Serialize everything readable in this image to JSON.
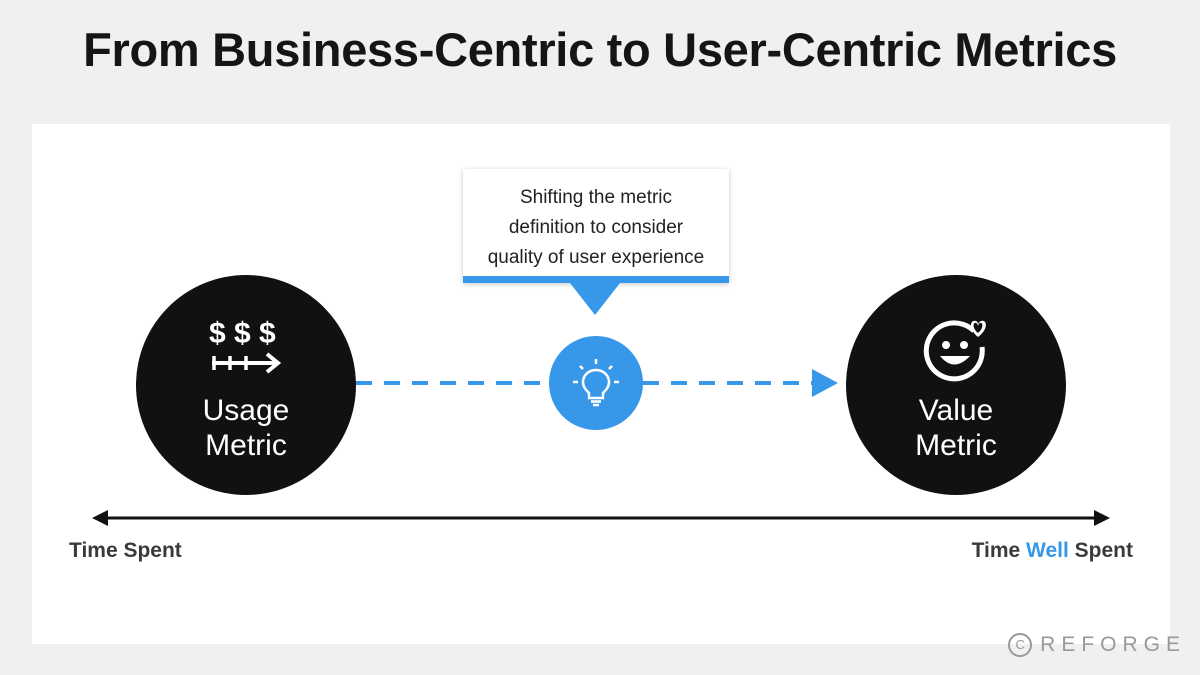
{
  "title": "From Business-Centric to User-Centric Metrics",
  "left_node": {
    "label": "Usage\nMetric",
    "icon": "money-forward-icon"
  },
  "right_node": {
    "label": "Value\nMetric",
    "icon": "smile-heart-icon"
  },
  "callout": {
    "text": "Shifting the metric\ndefinition to consider\nquality of user experience",
    "icon": "lightbulb-icon"
  },
  "axis": {
    "left_label": "Time Spent",
    "right_label_pre": "Time ",
    "right_label_highlight": "Well",
    "right_label_post": " Spent"
  },
  "brand": {
    "symbol": "C",
    "name": "REFORGE"
  },
  "colors": {
    "accent": "#3797e8",
    "node": "#111111",
    "title": "#151515"
  }
}
